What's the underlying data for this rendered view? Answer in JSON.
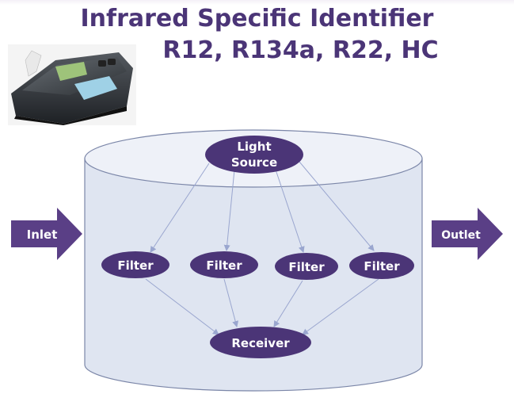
{
  "title": {
    "line1": "Infrared Specific Identifier",
    "line2": "R12, R134a, R22, HC"
  },
  "diagram": {
    "source": {
      "line1": "Light",
      "line2": "Source"
    },
    "filters": [
      "Filter",
      "Filter",
      "Filter",
      "Filter"
    ],
    "receiver": "Receiver",
    "inlet": "Inlet",
    "outlet": "Outlet"
  },
  "colors": {
    "title": "#4b3577",
    "node": "#4b3577",
    "cylinder_fill": "#dfe5f1",
    "arrow": "#9aa6cf",
    "side_arrow": "#5a3f86"
  }
}
